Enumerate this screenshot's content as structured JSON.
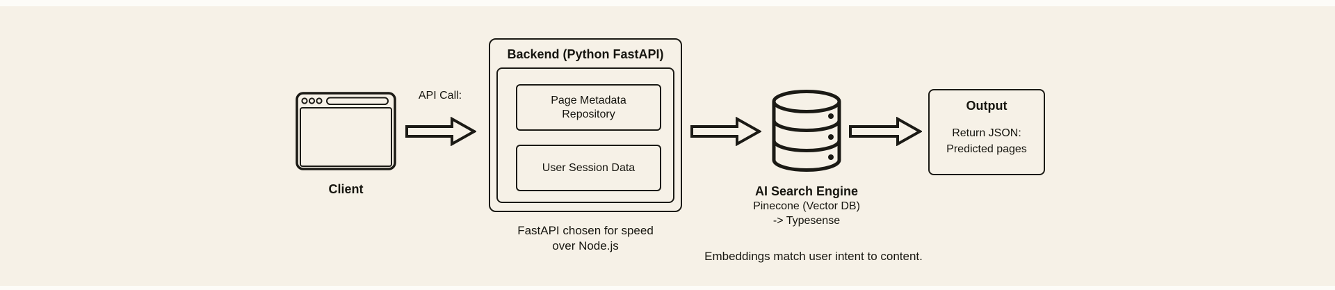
{
  "colors": {
    "background": "#f6f1e7",
    "edge_strip": "#fdfcf8",
    "line": "#1b1a15",
    "text": "#16150f"
  },
  "icons": {
    "client": "browser-window-icon",
    "search_engine": "database-icon",
    "flow": "block-arrow-icon"
  },
  "nodes": {
    "client": {
      "label": "Client"
    },
    "backend": {
      "title": "Backend (Python FastAPI)",
      "sub_boxes": [
        {
          "lines": [
            "Page Metadata",
            "Repository"
          ]
        },
        {
          "lines": [
            "User Session Data"
          ]
        }
      ],
      "note_lines": [
        "FastAPI chosen for speed",
        "over Node.js"
      ]
    },
    "search_engine": {
      "title": "AI Search Engine",
      "subtitle_lines": [
        "Pinecone (Vector DB)",
        "-> Typesense"
      ],
      "note": "Embeddings match user intent to content."
    },
    "output": {
      "title": "Output",
      "body_lines": [
        "Return JSON:",
        "Predicted pages"
      ]
    }
  },
  "edges": {
    "client_to_backend": {
      "label": "API Call:"
    }
  }
}
